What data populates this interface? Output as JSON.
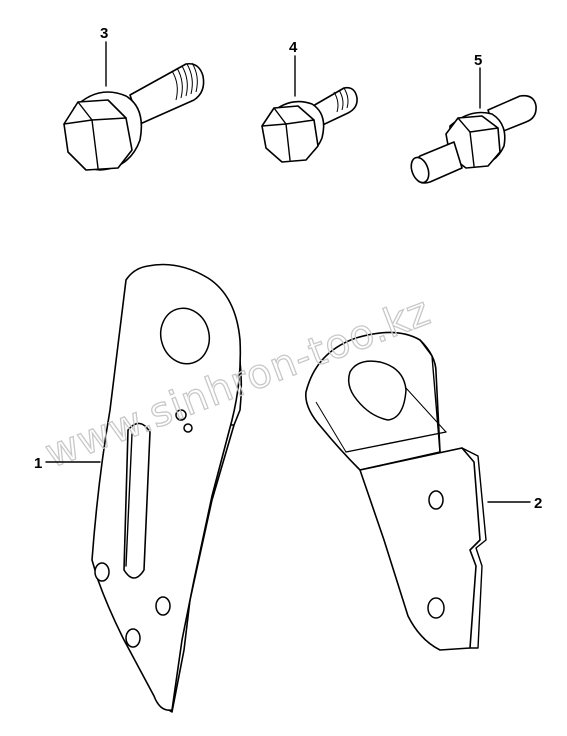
{
  "watermark": "www.sinhron-too.kz",
  "callouts": {
    "p1": "1",
    "p2": "2",
    "p3": "3",
    "p4": "4",
    "p5": "5"
  }
}
